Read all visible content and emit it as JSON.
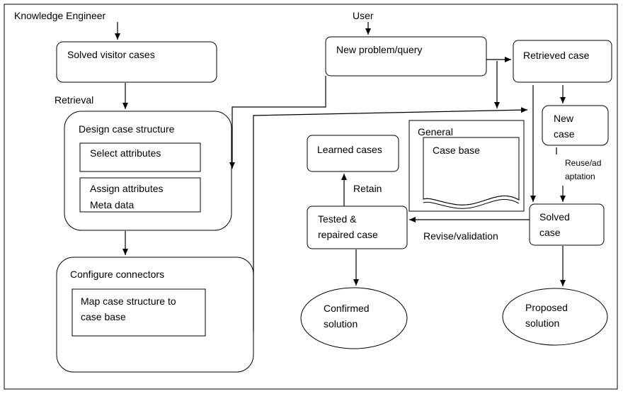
{
  "actors": {
    "knowledge_engineer": "Knowledge Engineer",
    "user": "User"
  },
  "nodes": {
    "solved_visitor_cases": "Solved visitor cases",
    "design_case_structure": "Design case structure",
    "select_attributes": "Select attributes",
    "assign_attributes_line1": "Assign attributes",
    "assign_attributes_line2": "Meta data",
    "configure_connectors": "Configure connectors",
    "map_case_line1": "Map case structure to",
    "map_case_line2": "case base",
    "new_problem_query": "New problem/query",
    "retrieved_case": "Retrieved case",
    "new_case_line1": "New",
    "new_case_line2": "case",
    "learned_cases": "Learned cases",
    "general": "General",
    "case_base": "Case base",
    "tested_line1": "Tested &",
    "tested_line2": "repaired case",
    "solved_case_line1": "Solved",
    "solved_case_line2": "case",
    "confirmed_line1": "Confirmed",
    "confirmed_line2": "solution",
    "proposed_line1": "Proposed",
    "proposed_line2": "solution"
  },
  "edge_labels": {
    "retrieval": "Retrieval",
    "retain": "Retain",
    "revise_validation": "Revise/validation",
    "reuse_line1": "Reuse/ad",
    "reuse_line2": "aptation"
  }
}
